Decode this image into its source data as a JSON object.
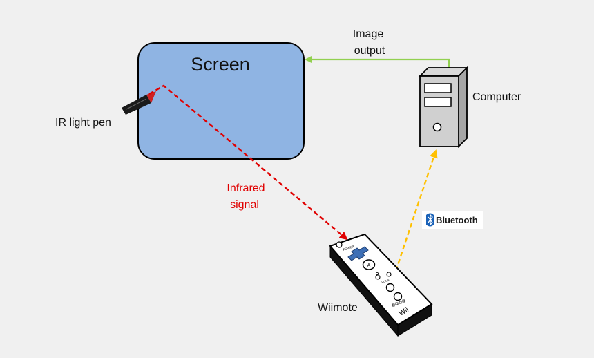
{
  "labels": {
    "screen": "Screen",
    "image_output_line1": "Image",
    "image_output_line2": "output",
    "computer": "Computer",
    "ir_light_pen": "IR light pen",
    "infrared_line1": "Infrared",
    "infrared_line2": "signal",
    "bluetooth": "Bluetooth",
    "wiimote": "Wiimote",
    "wiimote_brand": "Wii",
    "button_a": "A",
    "button_power": "POWER",
    "button_home": "HOME"
  },
  "colors": {
    "background": "#f0f0f0",
    "screen_fill": "#8fb4e3",
    "image_output_arrow": "#92d050",
    "infrared_arrow": "#e00000",
    "bluetooth_arrow": "#ffc000",
    "infrared_text": "#e00000",
    "dpad": "#3d6fb6",
    "bluetooth_badge": "#1a1a1a"
  },
  "icons": {
    "bluetooth": "bluetooth-icon",
    "pen": "ir-light-pen-icon",
    "computer": "computer-tower-icon",
    "remote": "wiimote-icon"
  }
}
